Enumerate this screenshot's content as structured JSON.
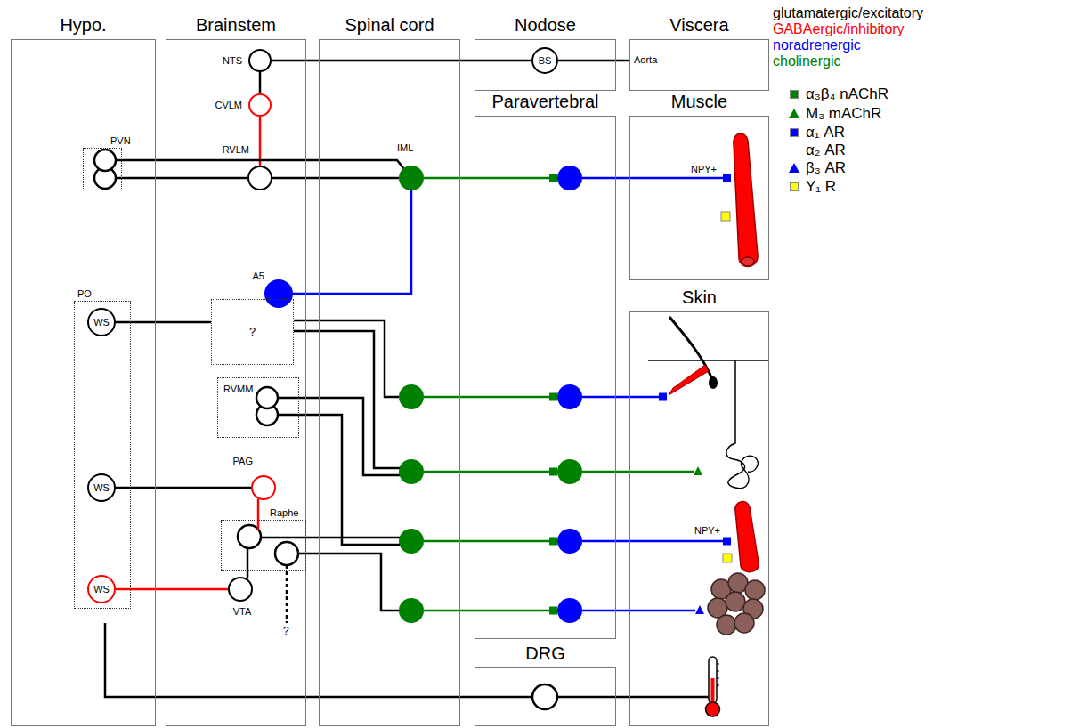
{
  "diagram": {
    "nodes": [
      {
        "text": [
          "Hypo."
        ]
      },
      {
        "text": [
          "PVN"
        ],
        "in": 0
      },
      {
        "text": [
          "PO"
        ],
        "in": 0
      },
      {
        "text": [
          "WS"
        ],
        "in": 2
      },
      {
        "text": [
          "WS"
        ],
        "in": 2
      },
      {
        "text": [
          "WS"
        ],
        "in": 2
      },
      {
        "text": [
          "Brainstem"
        ]
      },
      {
        "text": [
          "NTS"
        ],
        "in": 6
      },
      {
        "text": [
          "CVLM"
        ],
        "in": 6
      },
      {
        "text": [
          "RVLM"
        ],
        "in": 6
      },
      {
        "text": [
          "A5"
        ],
        "in": 6
      },
      {
        "text": [
          "?"
        ],
        "in": 6
      },
      {
        "text": [
          "RVMM"
        ],
        "in": 6
      },
      {
        "text": [
          "PAG"
        ],
        "in": 6
      },
      {
        "text": [
          "Raphe"
        ],
        "in": 6
      },
      {
        "text": [
          "VTA"
        ],
        "in": 6
      },
      {
        "text": [
          "Spinal cord"
        ]
      },
      {
        "text": [
          "IML"
        ],
        "in": 16
      },
      {
        "text": [
          "Nodose"
        ]
      },
      {
        "text": [
          "BS"
        ],
        "in": 18
      },
      {
        "text": [
          "Viscera"
        ]
      },
      {
        "text": [
          "Paravertebral"
        ]
      },
      {
        "text": [
          "Muscle"
        ]
      },
      {
        "text": [
          "Skin"
        ]
      },
      {
        "text": [
          "DRG"
        ]
      }
    ],
    "edges": [
      {
        "from": 7,
        "to": 19,
        "arrow": "none"
      },
      {
        "from": 7,
        "to": 8,
        "arrow": "none"
      },
      {
        "from": 8,
        "to": 9,
        "arrow": "none"
      },
      {
        "from": 1,
        "to": 17,
        "arrow": "none"
      },
      {
        "from": 1,
        "to": 9,
        "arrow": "none"
      },
      {
        "from": 9,
        "to": 17,
        "arrow": "none"
      },
      {
        "from": 10,
        "to": 17,
        "arrow": "none"
      },
      {
        "from": 3,
        "to": 11,
        "arrow": "none"
      },
      {
        "from": 4,
        "to": 13,
        "arrow": "none"
      },
      {
        "from": 13,
        "to": 14,
        "arrow": "none"
      },
      {
        "from": 14,
        "to": 15,
        "arrow": "none"
      },
      {
        "from": 5,
        "to": 15,
        "arrow": "none"
      }
    ],
    "labels": [
      "Aorta",
      "NPY+",
      "NPY+",
      "?"
    ],
    "legend": [
      {
        "text": "glutamatergic/excitatory",
        "color": "#000000"
      },
      {
        "text": "GABAergic/inhibitory",
        "color": "#ff0000"
      },
      {
        "text": "noradrenergic",
        "color": "#0000ff"
      },
      {
        "text": "cholinergic",
        "color": "#008000"
      },
      {
        "text": "α₃β₄ nAChR",
        "color": "#008000"
      },
      {
        "text": "M₃ mAChR"
      },
      {
        "text": "α₁ AR",
        "color": "#0000ff"
      },
      {
        "text": "α₂ AR"
      },
      {
        "text": "β₃ AR"
      },
      {
        "text": "Y₁ R",
        "color": "#ffff00"
      }
    ]
  }
}
